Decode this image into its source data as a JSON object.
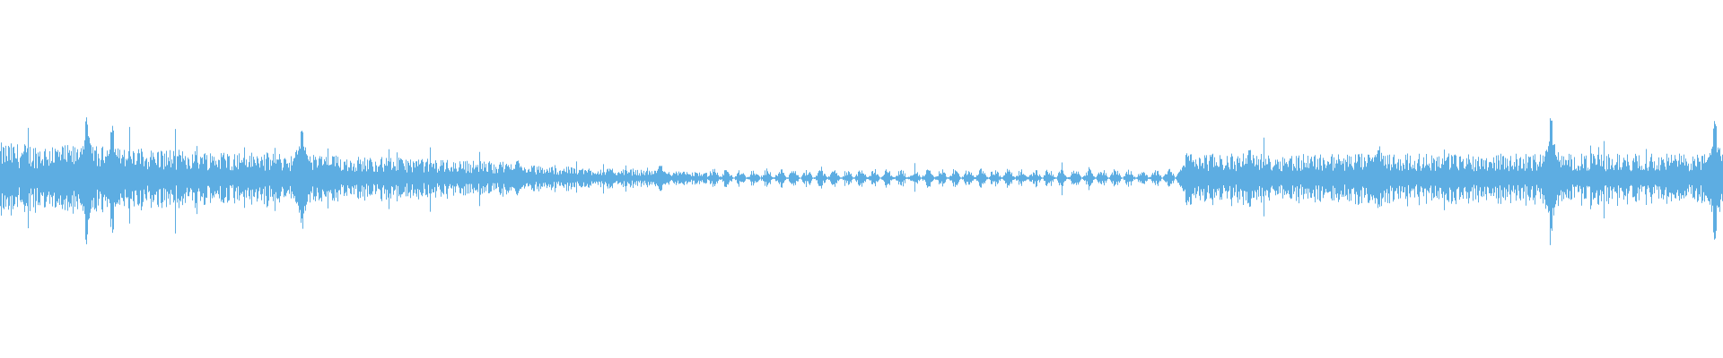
{
  "waveform": {
    "color": "#5dade2",
    "background": "#ffffff",
    "segments": [
      {
        "name": "dense-noise",
        "start": 0.0,
        "end": 0.3,
        "amplitude": 0.16,
        "density": "high",
        "style": "noise"
      },
      {
        "name": "fading-noise",
        "start": 0.3,
        "end": 0.41,
        "amplitude": 0.05,
        "density": "medium",
        "style": "noise"
      },
      {
        "name": "rhythmic-pulses",
        "start": 0.41,
        "end": 0.69,
        "amplitude": 0.04,
        "density": "medium",
        "style": "pulses"
      },
      {
        "name": "returning-noise",
        "start": 0.69,
        "end": 1.0,
        "amplitude": 0.11,
        "density": "high",
        "style": "noise"
      }
    ],
    "peaks": [
      {
        "position": 0.05,
        "amplitude": 0.34
      },
      {
        "position": 0.065,
        "amplitude": 0.3
      },
      {
        "position": 0.175,
        "amplitude": 0.3
      },
      {
        "position": 0.3,
        "amplitude": 0.1
      },
      {
        "position": 0.383,
        "amplitude": 0.07
      },
      {
        "position": 0.689,
        "amplitude": 0.14
      },
      {
        "position": 0.725,
        "amplitude": 0.16
      },
      {
        "position": 0.8,
        "amplitude": 0.18
      },
      {
        "position": 0.9,
        "amplitude": 0.34
      },
      {
        "position": 0.995,
        "amplitude": 0.32
      }
    ]
  }
}
